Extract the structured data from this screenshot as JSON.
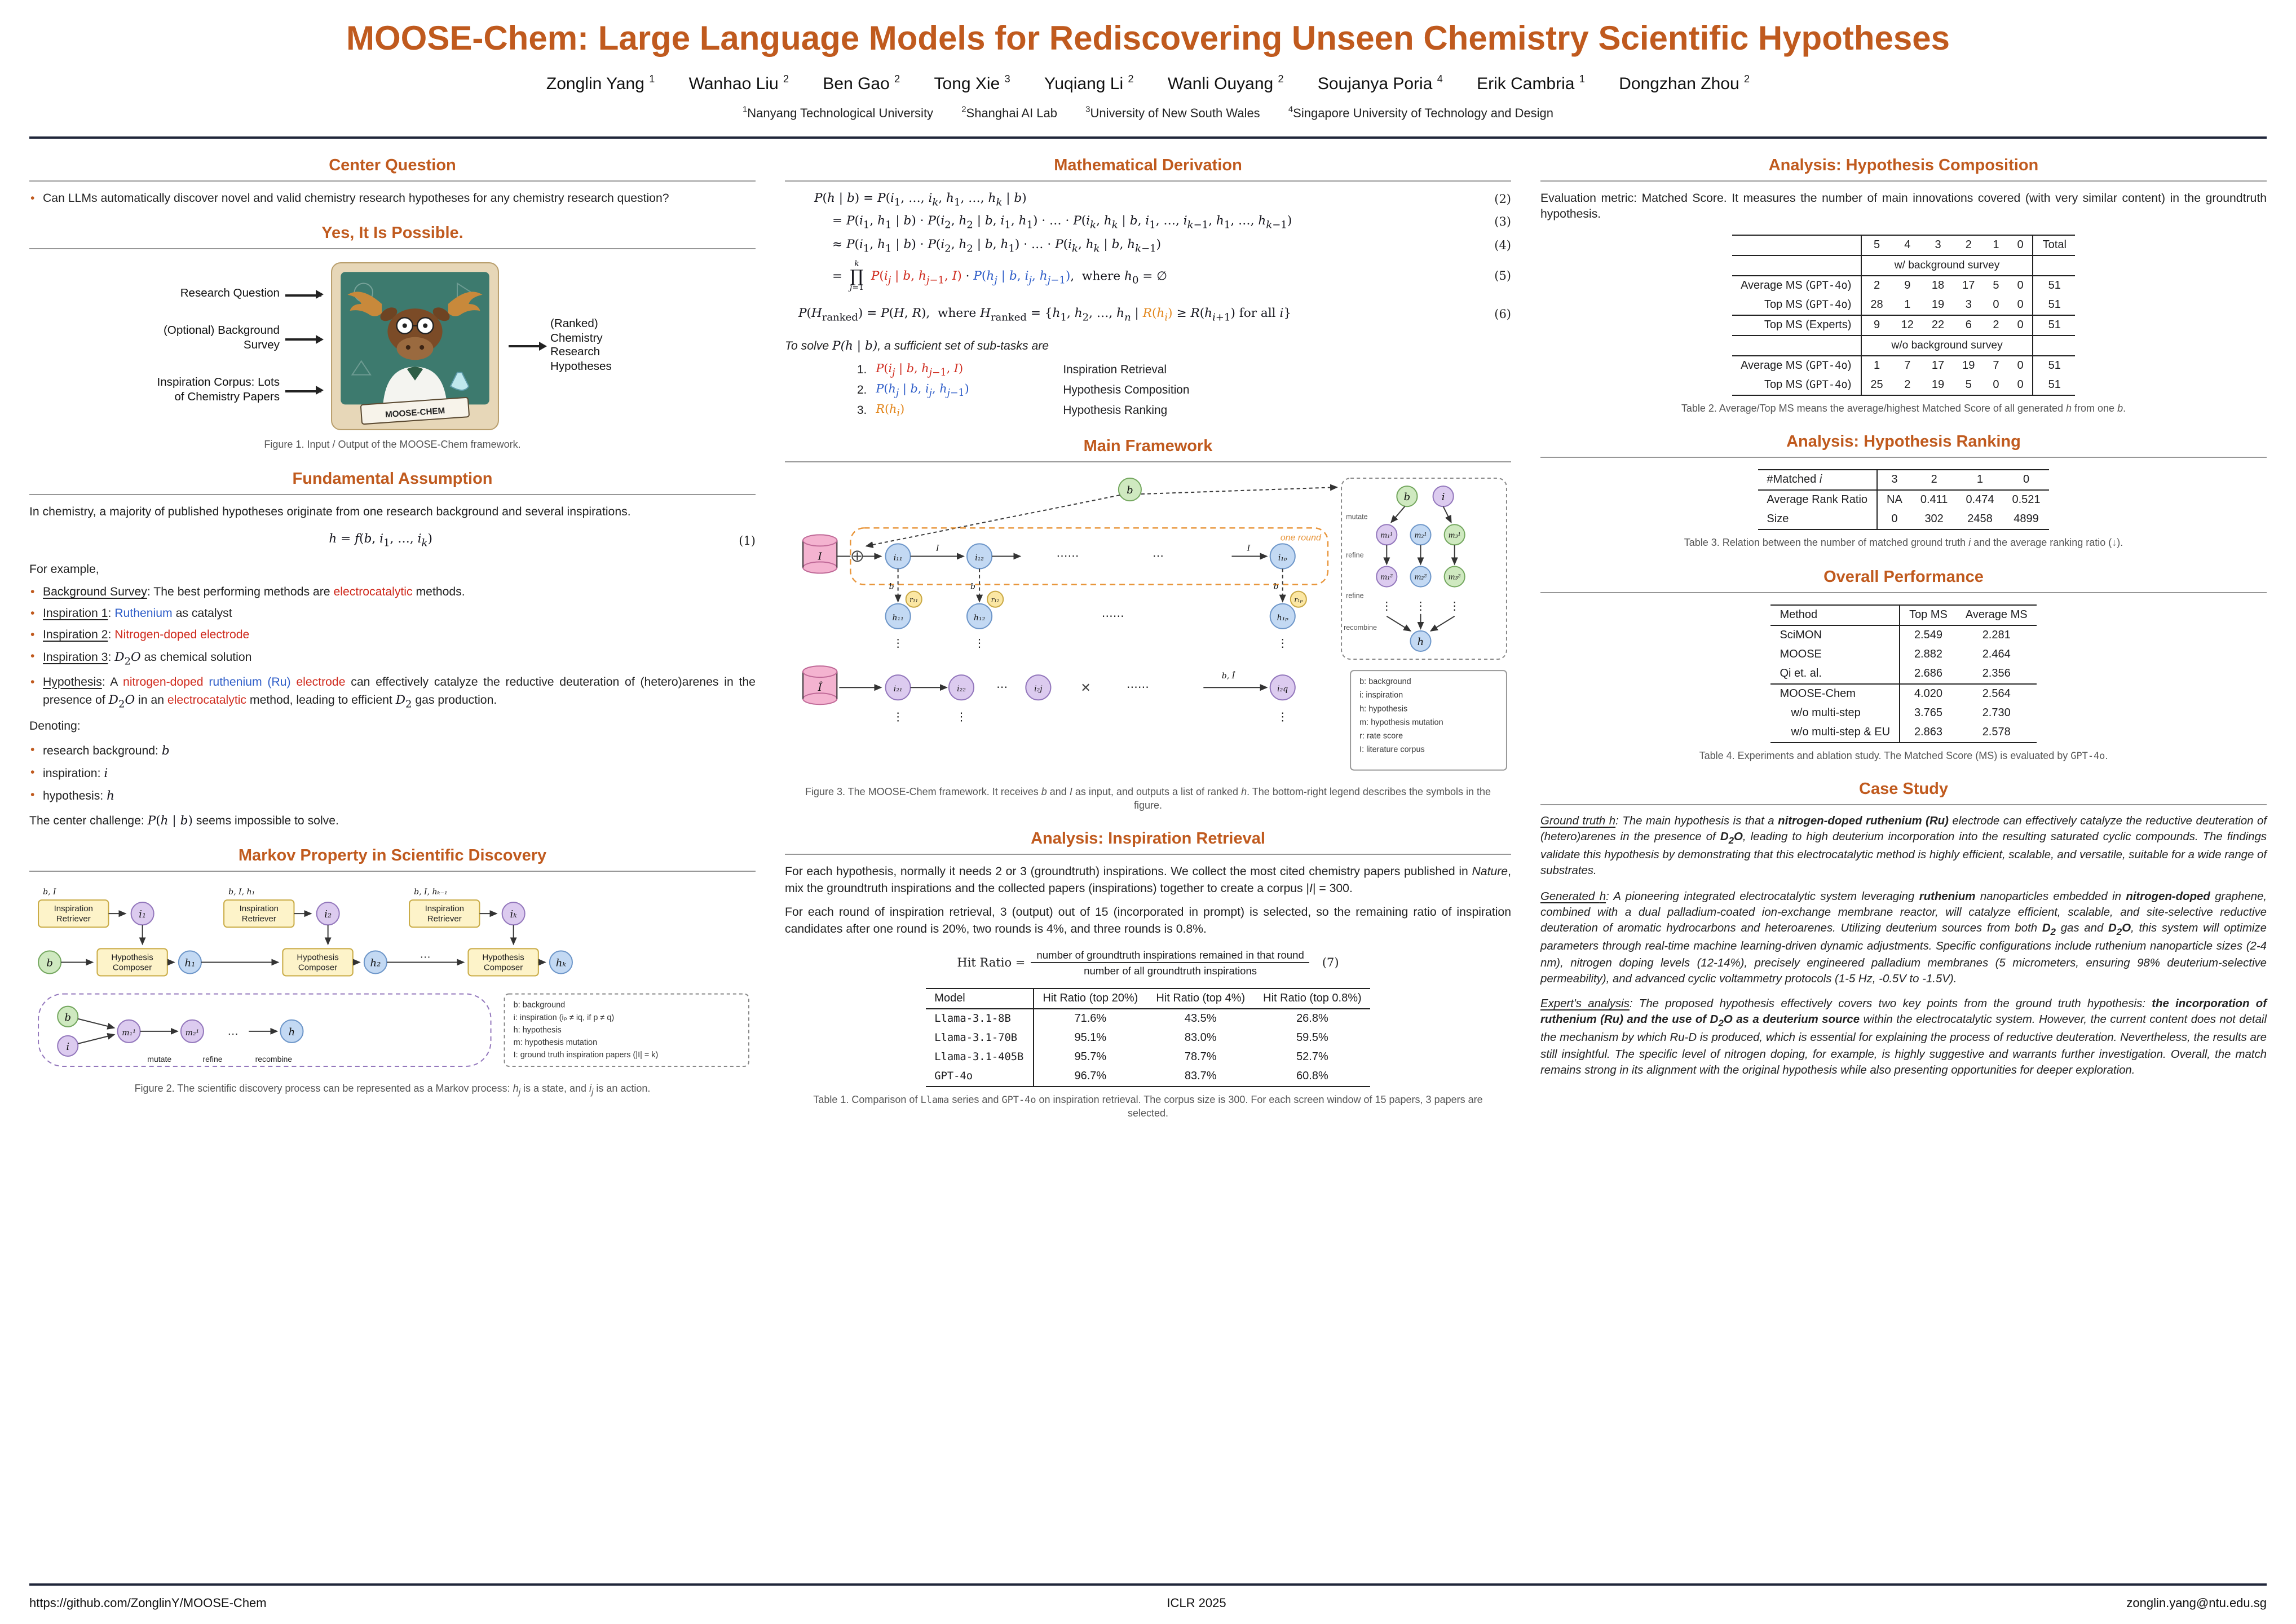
{
  "colors": {
    "accent": "#c05a1e",
    "red": "#cf2a1d",
    "blue": "#2e5dc8",
    "math_orange": "#e2861c"
  },
  "header": {
    "title": "MOOSE-Chem: Large Language Models for Rediscovering Unseen Chemistry Scientific Hypotheses",
    "authors": [
      {
        "name": "Zonglin Yang",
        "sup": "1"
      },
      {
        "name": "Wanhao Liu",
        "sup": "2"
      },
      {
        "name": "Ben Gao",
        "sup": "2"
      },
      {
        "name": "Tong Xie",
        "sup": "3"
      },
      {
        "name": "Yuqiang Li",
        "sup": "2"
      },
      {
        "name": "Wanli Ouyang",
        "sup": "2"
      },
      {
        "name": "Soujanya Poria",
        "sup": "4"
      },
      {
        "name": "Erik Cambria",
        "sup": "1"
      },
      {
        "name": "Dongzhan Zhou",
        "sup": "2"
      }
    ],
    "affiliations": [
      {
        "sup": "1",
        "name": "Nanyang Technological University"
      },
      {
        "sup": "2",
        "name": "Shanghai AI Lab"
      },
      {
        "sup": "3",
        "name": "University of New South Wales"
      },
      {
        "sup": "4",
        "name": "Singapore University of Technology and Design"
      }
    ]
  },
  "sections": {
    "center_question": "Center Question",
    "possible": "Yes, It Is Possible.",
    "fundamental": "Fundamental Assumption",
    "markov": "Markov Property in Scientific Discovery",
    "math": "Mathematical Derivation",
    "framework": "Main Framework",
    "retrieval": "Analysis: Inspiration Retrieval",
    "composition": "Analysis: Hypothesis Composition",
    "ranking": "Analysis: Hypothesis Ranking",
    "overall": "Overall Performance",
    "case": "Case Study"
  },
  "col1": {
    "question": "Can LLMs automatically discover novel and valid chemistry research hypotheses for any chemistry research question?",
    "fig1": {
      "label_rq": "Research Question",
      "label_bs": "(Optional) Background Survey",
      "label_corpus": "Inspiration Corpus: Lots of Chemistry Papers",
      "label_out": "(Ranked) Chemistry Research Hypotheses",
      "banner": "MOOSE-CHEM",
      "caption": "Figure 1. Input / Output of the MOOSE-Chem framework."
    },
    "fund": {
      "intro": "In chemistry, a majority of published hypotheses originate from one research background and several inspirations.",
      "eq1": "<i>h</i> = <i>f</i>(<i>b</i>, <i>i</i><sub>1</sub>, …, <i>i<sub>k</sub></i>)",
      "n1": "(1)",
      "for_example": "For example,",
      "bullets": [
        "<u>Background Survey</u>: The best performing methods are <span class='red'>electrocatalytic</span> methods.",
        "<u>Inspiration 1</u>: <span class='blue'>Ruthenium</span> as catalyst",
        "<u>Inspiration 2</u>: <span class='red'>Nitrogen-doped electrode</span>",
        "<u>Inspiration 3</u>: <span class='blue eq'><i>D</i><sub>2</sub><i>O</i></span> as chemical solution",
        "<u>Hypothesis</u>: A <span class='red'>nitrogen-doped</span> <span class='blue'>ruthenium (Ru)</span> <span class='red'>electrode</span> can effectively catalyze the reductive deuteration of (hetero)arenes in the presence of <span class='blue eq'><i>D</i><sub>2</sub><i>O</i></span> in an <span class='red'>electrocatalytic</span> method, leading to efficient <span class='eq'><i>D</i><sub>2</sub></span> gas production."
      ],
      "denoting": "Denoting:",
      "deno": [
        "research background: <span class='eq'><i>b</i></span>",
        "inspiration: <span class='eq'><i>i</i></span>",
        "hypothesis: <span class='eq'><i>h</i></span>"
      ],
      "challenge": "The center challenge: <span class='eq'><i>P</i>(<i>h</i> | <i>b</i>)</span> seems impossible to solve."
    },
    "fig2": {
      "in1": "b, I",
      "in2": "b, I, h₁",
      "in3": "b, I, hₖ₋₁",
      "retr1": "Inspiration",
      "retr2": "Retriever",
      "comp1": "Hypothesis",
      "comp2": "Composer",
      "b": "b",
      "i": "i",
      "i1": "i₁",
      "i2": "i₂",
      "ik": "iₖ",
      "h1": "h₁",
      "h2": "h₂",
      "hk": "hₖ",
      "h": "h",
      "dots": "…",
      "m1": "m₁¹",
      "m2": "m₂¹",
      "mdots": "…",
      "mutate": "mutate",
      "refine": "refine",
      "recombine": "recombine",
      "legend": [
        "b: background",
        "i: inspiration (iₚ ≠ iq, if p ≠ q)",
        "h: hypothesis",
        "m: hypothesis mutation",
        "I: ground truth inspiration papers (|I| = k)"
      ],
      "caption": "Figure 2. The scientific discovery process can be represented as a Markov process: <i>h<sub>j</sub></i> is a state, and <i>i<sub>j</sub></i> is an action."
    }
  },
  "col2": {
    "math": {
      "eq2": "<i>P</i>(<i>h</i> | <i>b</i>) = <i>P</i>(<i>i</i><sub>1</sub>, …, <i>i<sub>k</sub></i>, <i>h</i><sub>1</sub>, …, <i>h<sub>k</sub></i> | <i>b</i>)",
      "n2": "(2)",
      "eq3": "= <i>P</i>(<i>i</i><sub>1</sub>, <i>h</i><sub>1</sub> | <i>b</i>) · <i>P</i>(<i>i</i><sub>2</sub>, <i>h</i><sub>2</sub> | <i>b</i>, <i>i</i><sub>1</sub>, <i>h</i><sub>1</sub>) · … · <i>P</i>(<i>i<sub>k</sub></i>, <i>h<sub>k</sub></i> | <i>b</i>, <i>i</i><sub>1</sub>, …, <i>i</i><sub><i>k</i>−1</sub>, <i>h</i><sub>1</sub>, …, <i>h</i><sub><i>k</i>−1</sub>)",
      "n3": "(3)",
      "eq4": "≈ <i>P</i>(<i>i</i><sub>1</sub>, <i>h</i><sub>1</sub> | <i>b</i>) · <i>P</i>(<i>i</i><sub>2</sub>, <i>h</i><sub>2</sub> | <i>b</i>, <i>h</i><sub>1</sub>) · … · <i>P</i>(<i>i<sub>k</sub></i>, <i>h<sub>k</sub></i> | <i>b</i>, <i>h</i><sub><i>k</i>−1</sub>)",
      "n4": "(4)",
      "eq5": "= <span class='prodwrap'><span class='lim'><i>k</i></span><span class='prodsym'>∏</span><span class='lim'><i>j</i>=1</span></span> <span class='red'><i>P</i>(<i>i<sub>j</sub></i> | <i>b</i>, <i>h</i><sub><i>j</i>−1</sub>,&nbsp;<i>I</i>)</span> · <span class='blue'><i>P</i>(<i>h<sub>j</sub></i> | <i>b</i>, <i>i<sub>j</sub></i>, <i>h</i><sub><i>j</i>−1</sub>)</span>,&nbsp; where <i>h</i><sub>0</sub> = ∅",
      "n5": "(5)",
      "eq6": "<i>P</i>(<i>H</i><sub>ranked</sub>) = <i>P</i>(<i>H</i>, <i>R</i>),&nbsp; where <i>H</i><sub>ranked</sub> = {<i>h</i><sub>1</sub>, <i>h</i><sub>2</sub>, …, <i>h<sub>n</sub></i> | <span class='orange'><i>R</i>(<i>h<sub>i</sub></i>)</span> ≥ <i>R</i>(<i>h</i><sub><i>i</i>+1</sub>) for all <i>i</i>}",
      "n6": "(6)",
      "intro": "To solve <span class='eq'><i>P</i>(<i>h</i> | <i>b</i>)</span>, a sufficient set of sub-tasks are",
      "tasks": [
        {
          "n": "1.",
          "expr": "<span class='red'><i>P</i>(<i>i<sub>j</sub></i> | <i>b</i>, <i>h</i><sub><i>j</i>−1</sub>, <i>I</i>)</span>",
          "label": "Inspiration Retrieval"
        },
        {
          "n": "2.",
          "expr": "<span class='blue'><i>P</i>(<i>h<sub>j</sub></i> | <i>b</i>, <i>i<sub>j</sub></i>, <i>h</i><sub><i>j</i>−1</sub>)</span>",
          "label": "Hypothesis Composition"
        },
        {
          "n": "3.",
          "expr": "<span class='orange'><i>R</i>(<i>h<sub>i</sub></i>)</span>",
          "label": "Hypothesis Ranking"
        }
      ]
    },
    "fig3": {
      "b": "b",
      "I": "I",
      "Ihat": "Î",
      "one_round": "one round",
      "i11": "i₁₁",
      "i12": "i₁₂",
      "i1p": "i₁ₚ",
      "arrI": "I",
      "bsm": "b",
      "h11": "h₁₁",
      "h12": "h₁₂",
      "h1p": "h₁ₚ",
      "r11": "r₁₁",
      "r12": "r₁₂",
      "r1p": "r₁ₚ",
      "i21": "i₂₁",
      "i22": "i₂₂",
      "i2j": "i₂j",
      "i2q": "i₂q",
      "cross": "✕",
      "hdots": "⋯⋯",
      "sdots": "⋯",
      "bIhat": "b, Î",
      "vd": "⋮",
      "m11": "m₁¹",
      "m21": "m₂¹",
      "m31": "m₃¹",
      "m12": "m₁²",
      "m22": "m₂²",
      "m32": "m₃²",
      "mutate": "mutate",
      "refine": "refine",
      "recombine": "recombine",
      "h": "h",
      "legend": [
        "b: background",
        "i: inspiration",
        "h: hypothesis",
        "m: hypothesis mutation",
        "r: rate score",
        "I: literature corpus"
      ],
      "caption": "Figure 3. The MOOSE-Chem framework. It receives <i>b</i> and <i>I</i> as input, and outputs a list of ranked <i>h</i>. The bottom-right legend describes the symbols in the figure."
    },
    "retrieval": {
      "p1": "For each hypothesis, normally it needs 2 or 3 (groundtruth) inspirations. We collect the most cited chemistry papers published in <i>Nature</i>, mix the groundtruth inspirations and the collected papers (inspirations) together to create a corpus |<i>I</i>| = 300.",
      "p2": "For each round of inspiration retrieval, 3 (output) out of 15 (incorporated in prompt) is selected, so the remaining ratio of inspiration candidates after one round is 20%, two rounds is 4%, and three rounds is 0.8%.",
      "eq7_lead": "Hit Ratio =",
      "eq7_num": "number of groundtruth inspirations remained in that round",
      "eq7_den": "number of all groundtruth inspirations",
      "eq7_no": "(7)"
    },
    "t1": {
      "h": [
        "Model",
        "Hit Ratio (top 20%)",
        "Hit Ratio (top 4%)",
        "Hit Ratio (top 0.8%)"
      ],
      "rows": [
        [
          "Llama-3.1-8B",
          "71.6%",
          "43.5%",
          "26.8%"
        ],
        [
          "Llama-3.1-70B",
          "95.1%",
          "83.0%",
          "59.5%"
        ],
        [
          "Llama-3.1-405B",
          "95.7%",
          "78.7%",
          "52.7%"
        ],
        [
          "GPT-4o",
          "96.7%",
          "83.7%",
          "60.8%"
        ]
      ],
      "caption": "Table 1. Comparison of <span class='mono'>Llama</span> series and <span class='mono'>GPT-4o</span> on inspiration retrieval. The corpus size is 300. For each screen window of 15 papers, 3 papers are selected."
    }
  },
  "col3": {
    "comp_intro": "Evaluation metric: Matched Score. It measures the number of main innovations covered (with very similar content) in the groundtruth hypothesis.",
    "t2": {
      "cols": [
        "5",
        "4",
        "3",
        "2",
        "1",
        "0",
        "Total"
      ],
      "g1": "w/ background survey",
      "g2": "w/o background survey",
      "rows1": [
        {
          "label": "Average MS (<span class='mono'>GPT-4o</span>)",
          "vals": [
            "2",
            "9",
            "18",
            "17",
            "5",
            "0",
            "51"
          ]
        },
        {
          "label": "Top MS (<span class='mono'>GPT-4o</span>)",
          "vals": [
            "28",
            "1",
            "19",
            "3",
            "0",
            "0",
            "51"
          ]
        },
        {
          "label": "Top MS (Experts)",
          "vals": [
            "9",
            "12",
            "22",
            "6",
            "2",
            "0",
            "51"
          ]
        }
      ],
      "rows2": [
        {
          "label": "Average MS (<span class='mono'>GPT-4o</span>)",
          "vals": [
            "1",
            "7",
            "17",
            "19",
            "7",
            "0",
            "51"
          ]
        },
        {
          "label": "Top MS (<span class='mono'>GPT-4o</span>)",
          "vals": [
            "25",
            "2",
            "19",
            "5",
            "0",
            "0",
            "51"
          ]
        }
      ],
      "caption": "Table 2. Average/Top MS means the average/highest Matched Score of all generated <i>h</i> from one <i>b</i>."
    },
    "t3": {
      "h": [
        "#Matched <i>i</i>",
        "3",
        "2",
        "1",
        "0"
      ],
      "rows": [
        [
          "Average Rank Ratio",
          "NA",
          "0.411",
          "0.474",
          "0.521"
        ],
        [
          "Size",
          "0",
          "302",
          "2458",
          "4899"
        ]
      ],
      "caption": "Table 3. Relation between the number of matched ground truth <i>i</i> and the average ranking ratio (↓)."
    },
    "t4": {
      "h": [
        "Method",
        "Top MS",
        "Average MS"
      ],
      "rows": [
        [
          "SciMON",
          "2.549",
          "2.281"
        ],
        [
          "MOOSE",
          "2.882",
          "2.464"
        ],
        [
          "Qi et. al.",
          "2.686",
          "2.356"
        ],
        [
          "MOOSE-Chem",
          "4.020",
          "2.564"
        ],
        [
          "w/o multi-step",
          "3.765",
          "2.730"
        ],
        [
          "w/o multi-step & EU",
          "2.863",
          "2.578"
        ]
      ],
      "caption": "Table 4. Experiments and ablation study. The Matched Score (MS) is evaluated by <span class='mono'>GPT-4o</span>."
    },
    "case": {
      "gt": "<u>Ground truth <i>h</i></u>: The main hypothesis is that a <b>nitrogen-doped ruthenium (Ru)</b> electrode can effectively catalyze the reductive deuteration of (hetero)arenes in the presence of <b>D<sub>2</sub>O</b>, leading to high deuterium incorporation into the resulting saturated cyclic compounds. The findings validate this hypothesis by demonstrating that this electrocatalytic method is highly efficient, scalable, and versatile, suitable for a wide range of substrates.",
      "gen": "<u>Generated <i>h</i></u>: A pioneering integrated electrocatalytic system leveraging <b>ruthenium</b> nanoparticles embedded in <b>nitrogen-doped</b> graphene, combined with a dual palladium-coated ion-exchange membrane reactor, will catalyze efficient, scalable, and site-selective reductive deuteration of aromatic hydrocarbons and heteroarenes. Utilizing deuterium sources from both <b>D<sub>2</sub></b> gas and <b>D<sub>2</sub>O</b>, this system will optimize parameters through real-time machine learning-driven dynamic adjustments. Specific configurations include ruthenium nanoparticle sizes (2-4 nm), nitrogen doping levels (12-14%), precisely engineered palladium membranes (5 micrometers, ensuring 98% deuterium-selective permeability), and advanced cyclic voltammetry protocols (1-5 Hz, -0.5V to -1.5V).",
      "expert": "<u>Expert's analysis</u>: The proposed hypothesis effectively covers two key points from the ground truth hypothesis: <b>the incorporation of ruthenium (Ru) and the use of D<sub>2</sub>O as a deuterium source</b> within the electrocatalytic system. However, the current content does not detail the mechanism by which Ru-D is produced, which is essential for explaining the process of reductive deuteration. Nevertheless, the results are still insightful. The specific level of nitrogen doping, for example, is highly suggestive and warrants further investigation. Overall, the match remains strong in its alignment with the original hypothesis while also presenting opportunities for deeper exploration."
    }
  },
  "footer": {
    "url": "https://github.com/ZonglinY/MOOSE-Chem",
    "conf": "ICLR 2025",
    "email": "zonglin.yang@ntu.edu.sg"
  }
}
